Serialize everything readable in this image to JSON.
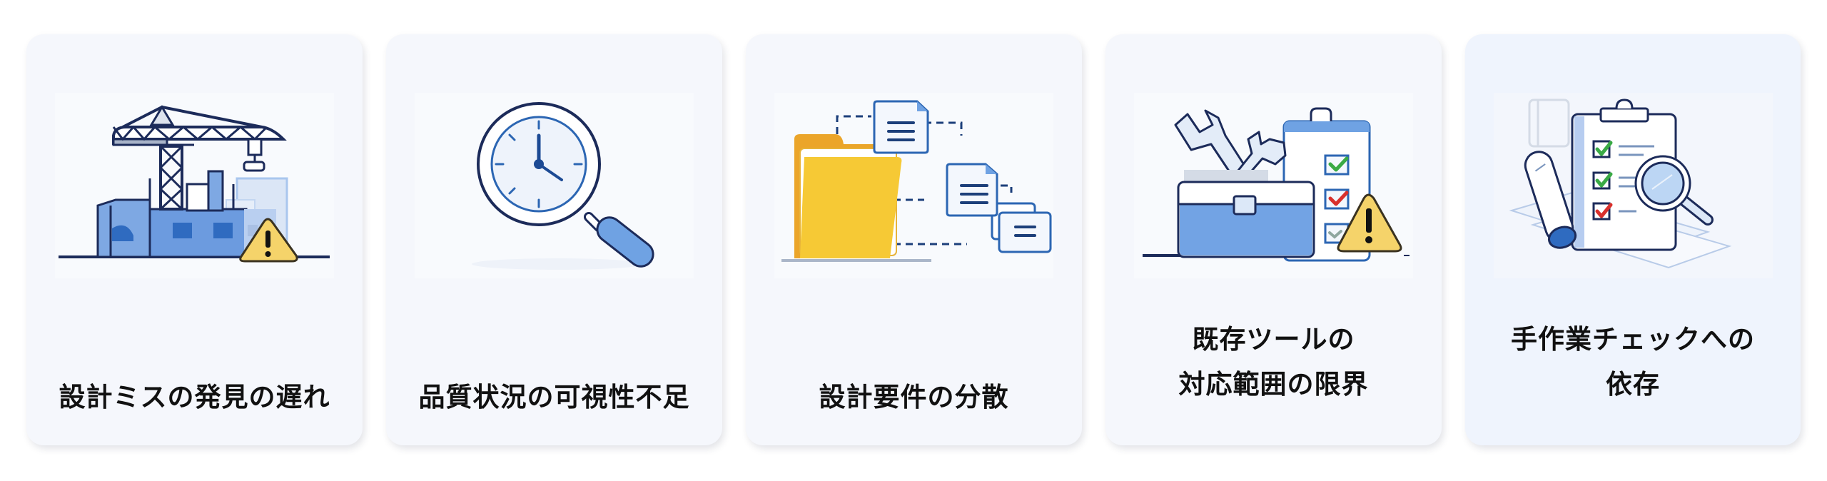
{
  "colors": {
    "card_bg": "#f5f7fc",
    "card_bg_alt": "#eff4fd",
    "stroke_navy": "#1c2b5a",
    "fill_blue": "#5b8fd9",
    "fill_light_blue": "#a9c6ee",
    "warning_yellow": "#f5d36a",
    "folder_yellow": "#f6c935",
    "folder_orange": "#eba52a",
    "check_green": "#3aaa45",
    "check_red": "#d9302c",
    "text": "#111111"
  },
  "cards": [
    {
      "id": "late-discovery",
      "icon": "crane-construction-warning-icon",
      "label": "設計ミスの発見の遅れ"
    },
    {
      "id": "visibility",
      "icon": "magnifier-clock-icon",
      "label": "品質状況の可視性不足"
    },
    {
      "id": "scattered-requirements",
      "icon": "folder-scattered-documents-icon",
      "label": "設計要件の分散"
    },
    {
      "id": "tool-limits",
      "icon": "toolbox-checklist-warning-icon",
      "label": "既存ツールの\n対応範囲の限界"
    },
    {
      "id": "manual-check",
      "icon": "clipboard-checklist-magnifier-icon",
      "label": "手作業チェックへの\n依存"
    }
  ]
}
